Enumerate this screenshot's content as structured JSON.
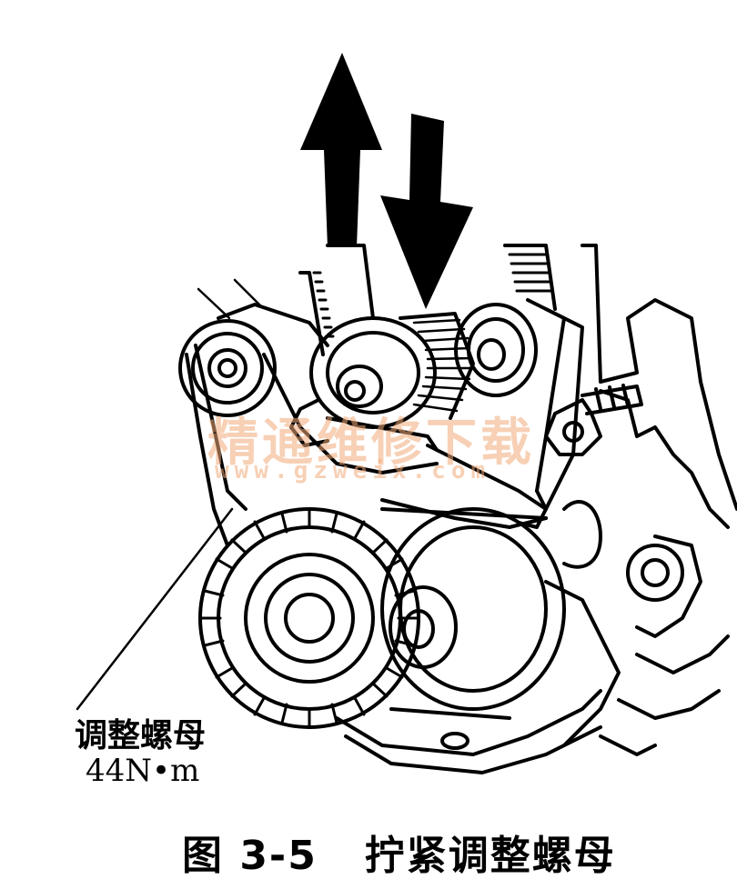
{
  "callout": {
    "name": "调整螺母",
    "torque": "44N•m"
  },
  "caption": "图 3-5   拧紧调整螺母",
  "watermark": {
    "text": "精通维修下载",
    "url": "www.gzweix.com",
    "color": "#f0aa78"
  },
  "colors": {
    "line": "#000000",
    "background": "#ffffff"
  }
}
